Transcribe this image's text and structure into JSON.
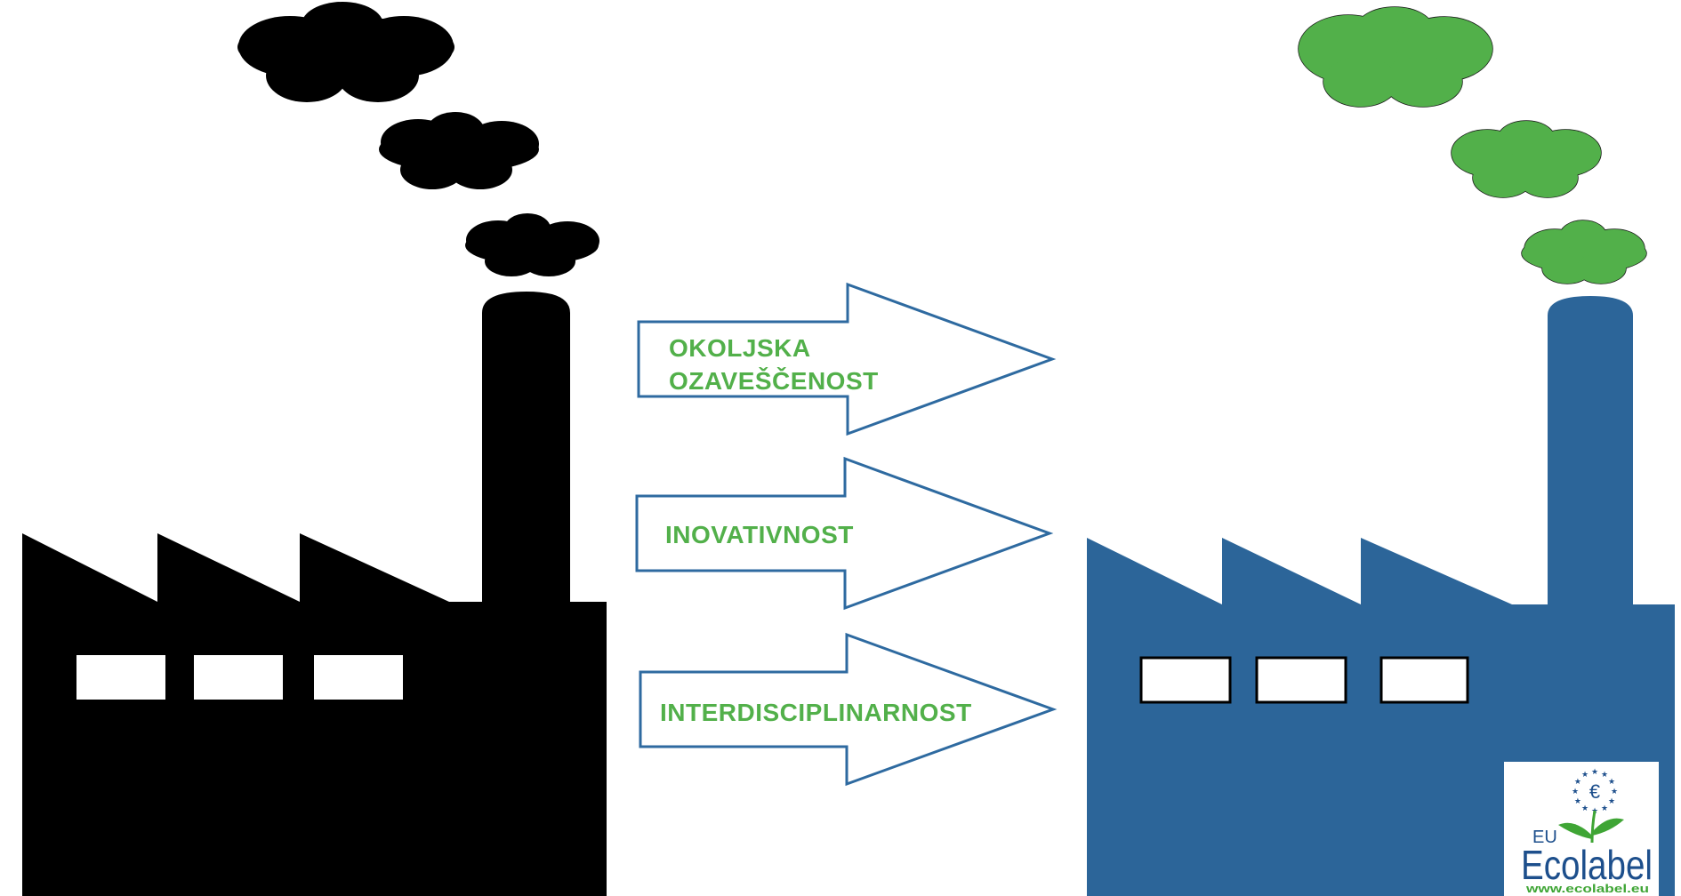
{
  "colors": {
    "dirty_factory": "#000000",
    "clean_factory": "#2c6599",
    "dirty_smoke": "#000000",
    "clean_smoke": "#52b04a",
    "arrow_stroke": "#2e6aa0",
    "label_text": "#52b04a",
    "ecolabel_blue": "#1d4f8c",
    "ecolabel_green": "#3fa535"
  },
  "arrows": [
    {
      "lines": [
        "OKOLJSKA",
        "OZAVEŠČENOST"
      ]
    },
    {
      "lines": [
        "INOVATIVNOST"
      ]
    },
    {
      "lines": [
        "INTERDISCIPLINARNOST"
      ]
    }
  ],
  "ecolabel": {
    "eu": "EU",
    "word": "Ecolabel",
    "url": "www.ecolabel.eu",
    "icon": "eu-flower-icon"
  }
}
